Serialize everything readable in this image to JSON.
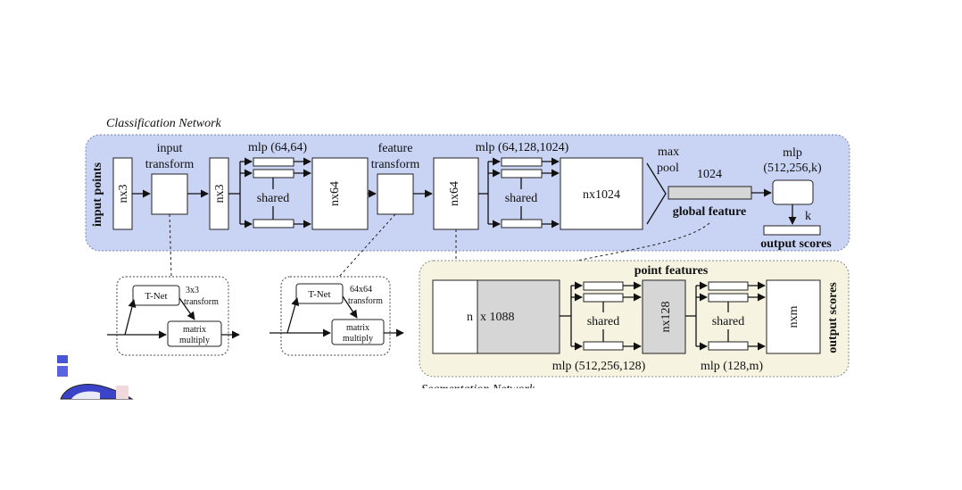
{
  "classification": {
    "title": "Classification Network",
    "input_points": "input points",
    "input_transform": [
      "input",
      "transform"
    ],
    "nx3_a": "nx3",
    "nx3_b": "nx3",
    "mlp1": "mlp (64,64)",
    "shared1": "shared",
    "nx64_a": "nx64",
    "feature_transform": [
      "feature",
      "transform"
    ],
    "nx64_b": "nx64",
    "mlp2": "mlp (64,128,1024)",
    "shared2": "shared",
    "nx1024": "nx1024",
    "max_pool": [
      "max",
      "pool"
    ],
    "dim_1024": "1024",
    "global_feature": "global feature",
    "mlp3": [
      "mlp",
      "(512,256,k)"
    ],
    "k": "k",
    "output_scores": "output scores"
  },
  "tnet_input": {
    "tnet": "T-Net",
    "transform": [
      "3x3",
      "transform"
    ],
    "matmul": [
      "matrix",
      "multiply"
    ]
  },
  "tnet_feature": {
    "tnet": "T-Net",
    "transform": [
      "64x64",
      "transform"
    ],
    "matmul": [
      "matrix",
      "multiply"
    ]
  },
  "segmentation": {
    "title": "Segmentation Network",
    "point_features": "point features",
    "n": "n",
    "x1088": "x 1088",
    "shared1": "shared",
    "nx128": "nx128",
    "shared2": "shared",
    "nxm": "nxm",
    "output_scores": "output scores",
    "mlp1": "mlp (512,256,128)",
    "mlp2": "mlp (128,m)"
  },
  "colors": {
    "classification_bg": "#c9d3f3",
    "segmentation_bg": "#f7f3e1"
  }
}
